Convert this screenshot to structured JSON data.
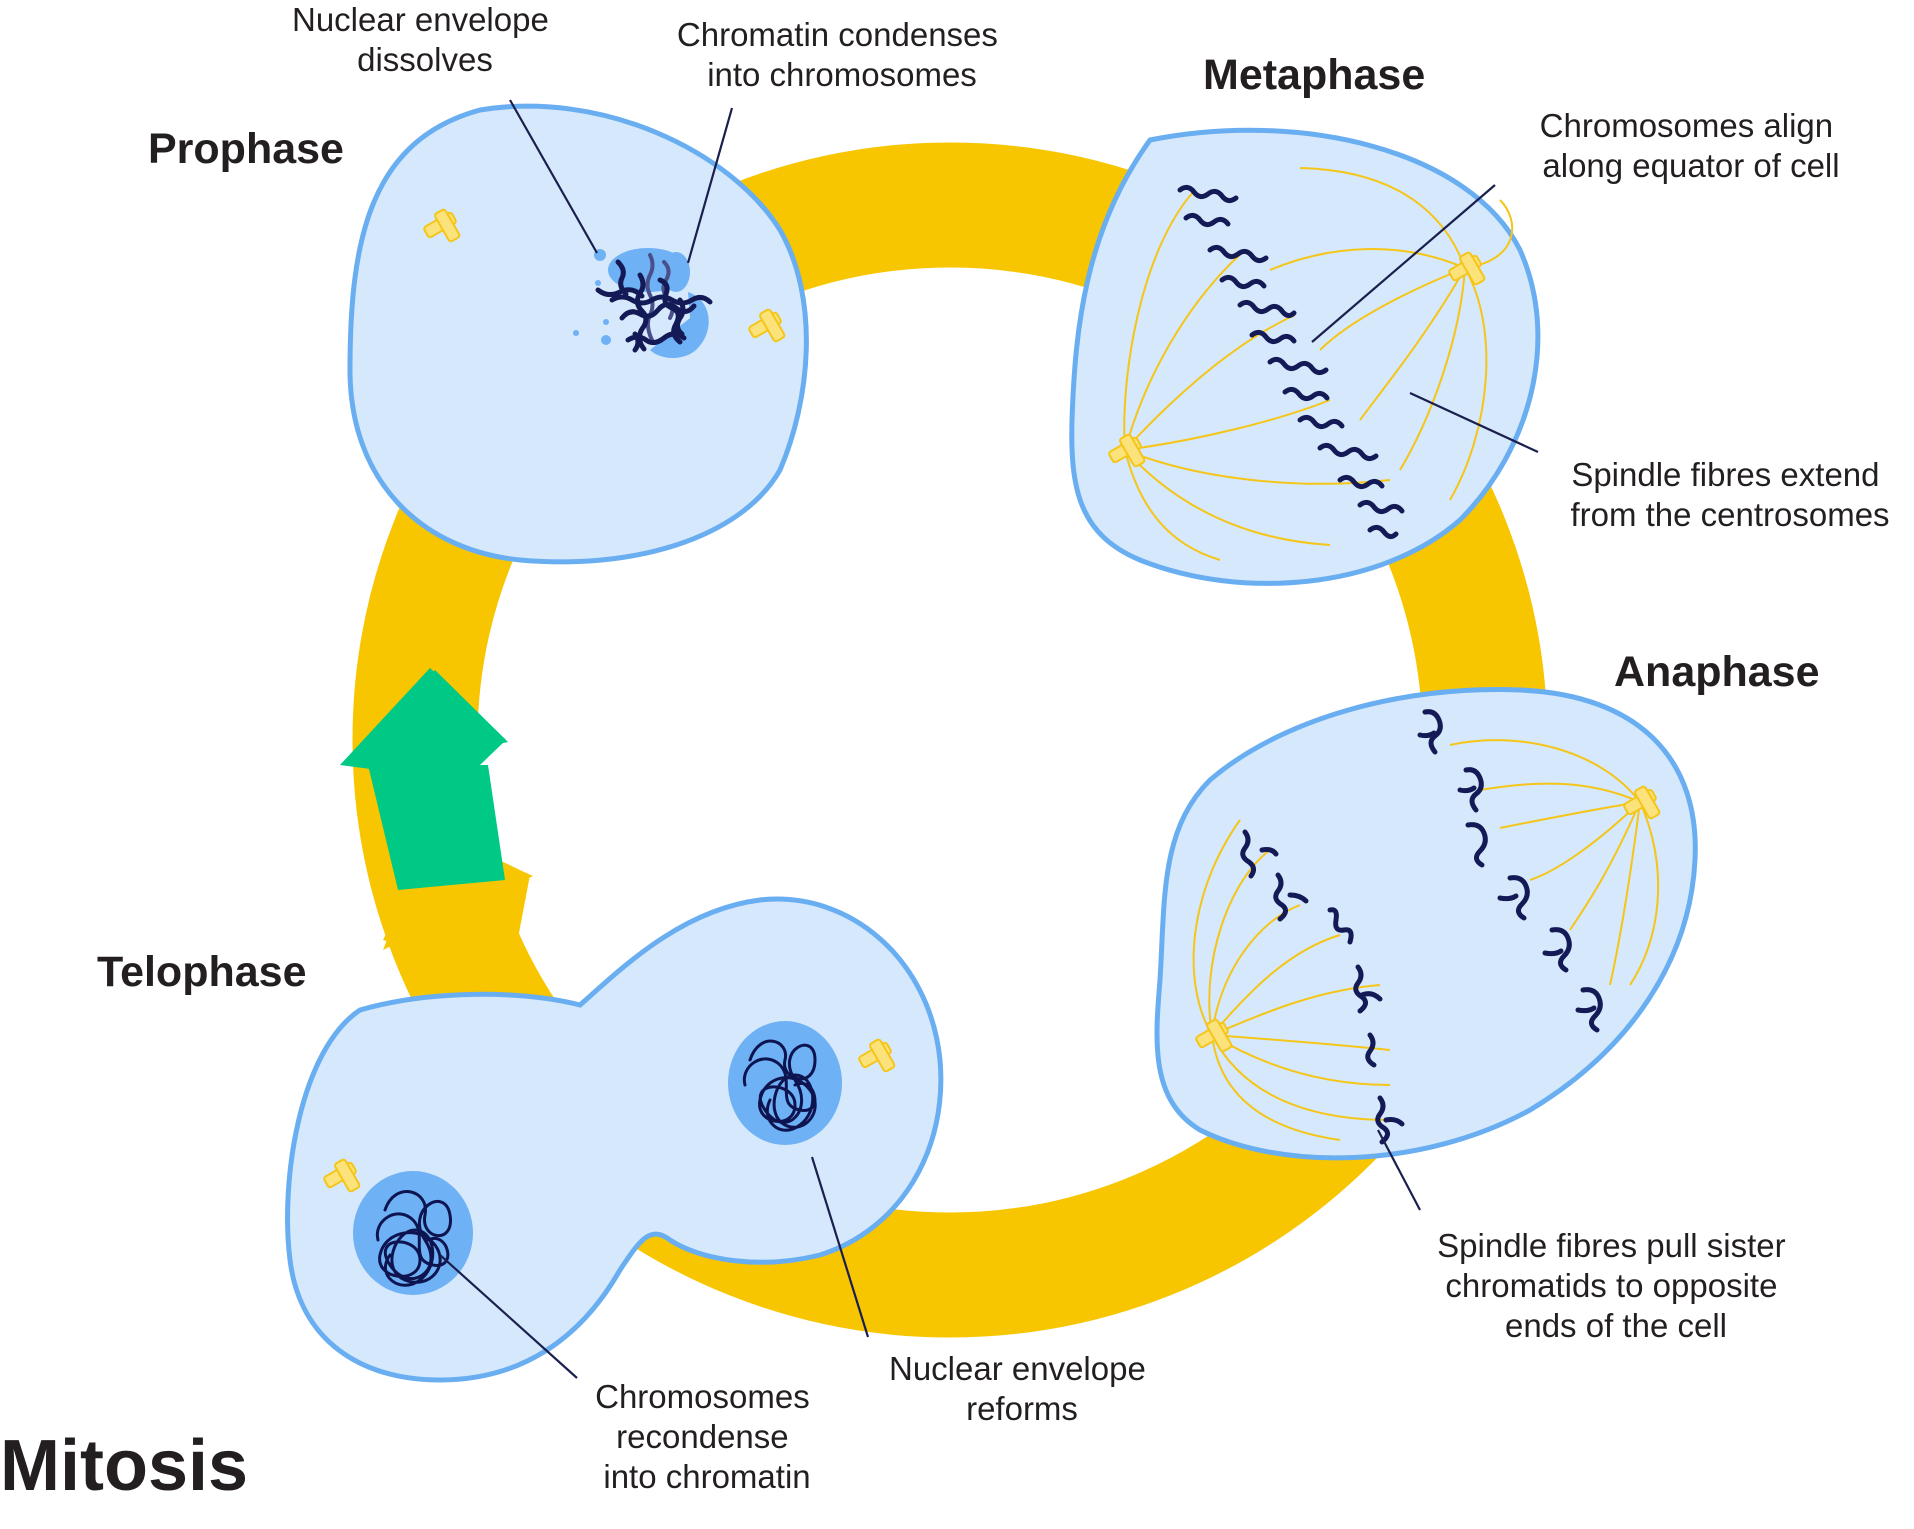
{
  "title": "Mitosis",
  "phases": {
    "prophase": "Prophase",
    "metaphase": "Metaphase",
    "anaphase": "Anaphase",
    "telophase": "Telophase"
  },
  "annotations": {
    "nuclear_envelope_dissolves": [
      "Nuclear envelope",
      "dissolves"
    ],
    "chromatin_condenses": [
      "Chromatin condenses",
      "into chromosomes"
    ],
    "chromosomes_align": [
      "Chromosomes align",
      "along equator of cell"
    ],
    "spindle_extend": [
      "Spindle fibres extend",
      "from the centrosomes"
    ],
    "spindle_pull": [
      "Spindle fibres pull sister",
      "chromatids to opposite",
      "ends of the cell"
    ],
    "nuclear_envelope_reforms": [
      "Nuclear envelope",
      "reforms"
    ],
    "chromosomes_recondense": [
      "Chromosomes",
      "recondense",
      "into chromatin"
    ]
  },
  "colors": {
    "cycle_ring": "#f7c600",
    "cycle_arrow": "#00c985",
    "cell_fill": "#d6e8fb",
    "cell_stroke": "#6aaef2",
    "nucleus": "#6eb1f5",
    "chromosome": "#141a56",
    "spindle": "#f5c518",
    "centrosome": "#fbe27a"
  },
  "icons": {
    "centrosome": "centrosome-icon",
    "cycle_arrow": "up-arrow-icon"
  }
}
